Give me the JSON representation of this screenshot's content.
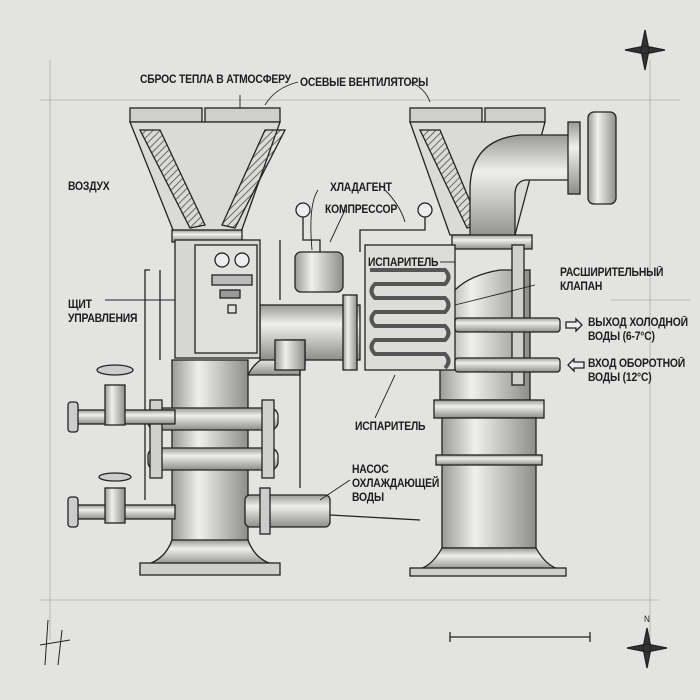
{
  "labels": {
    "heat_rejection": "СБРОС ТЕПЛА В АТМОСФЕРУ",
    "axial_fans": "ОСЕВЫЕ ВЕНТИЛЯТОРЫ",
    "air": "ВОЗДУХ",
    "refrigerant": "ХЛАДАГЕНТ",
    "compressor": "КОМПРЕССОР",
    "evaporator_top": "ИСПАРИТЕЛЬ",
    "expansion_valve": [
      "РАСШИРИТЕЛЬНЫЙ",
      "КЛАПАН"
    ],
    "control_panel": [
      "ЩИТ",
      "УПРАВЛЕНИЯ"
    ],
    "chilled_water_out": [
      "ВЫХОД ХОЛОДНОЙ",
      "ВОДЫ (6-7°C)"
    ],
    "return_water_in": [
      "ВХОД ОБОРОТНОЙ",
      "ВОДЫ (12°C)"
    ],
    "evaporator_bottom": "ИСПАРИТЕЛЬ",
    "cooling_pump": [
      "НАСОС",
      "ОХЛАЖДАЮЩЕЙ",
      "ВОДЫ"
    ],
    "compass_north": "N"
  },
  "colors": {
    "background": "#e3e3e1",
    "ink": "#1d1d1d",
    "metal": "#c9c9c6"
  }
}
